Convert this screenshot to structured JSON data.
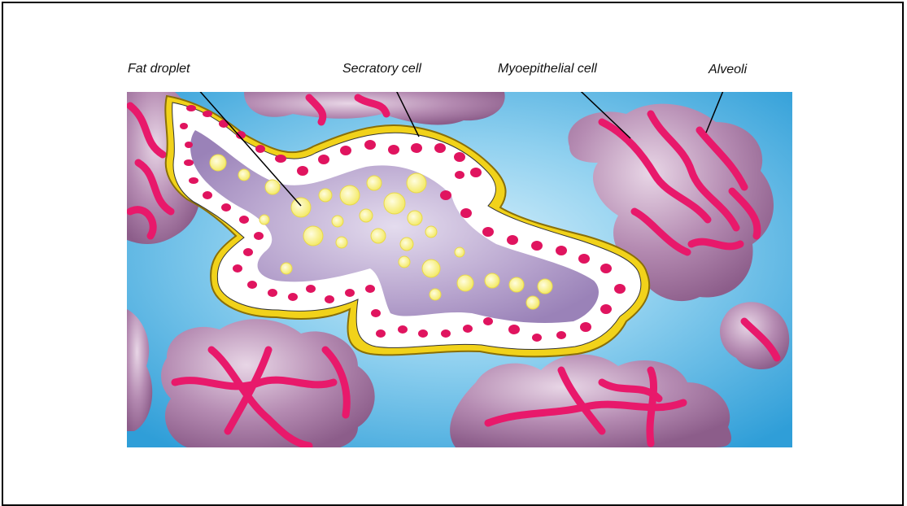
{
  "labels": {
    "fat_droplet": "Fat droplet",
    "secretory_cell": "Secratory cell",
    "myoepithelial_cell": "Myoepithelial cell",
    "alveoli": "Alveoli"
  },
  "colors": {
    "background_blue": "#3aa9de",
    "light_blue": "#bfe4f6",
    "alveolus_mauve": "#a77ba6",
    "myoepithelial_pink": "#e8196b",
    "basement_yellow": "#f1d21a",
    "fat_yellow": "#fbf6a2",
    "nucleus": "#e0145f",
    "lumen": "#a68cbd"
  }
}
